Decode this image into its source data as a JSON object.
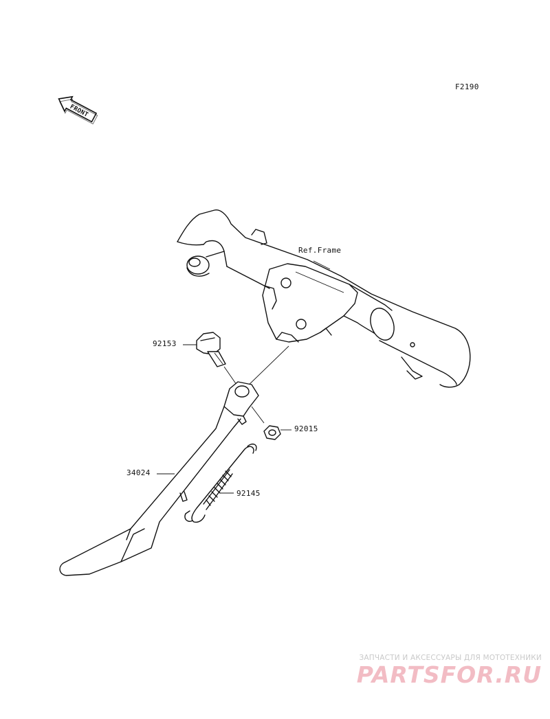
{
  "diagram_code": "F2190",
  "ref_frame_label": "Ref.Frame",
  "front_label": "FRONT",
  "parts": [
    {
      "number": "92153"
    },
    {
      "number": "92015"
    },
    {
      "number": "34024"
    },
    {
      "number": "92145"
    }
  ],
  "watermark": {
    "tagline": "ЗАПЧАСТИ И АКСЕССУАРЫ ДЛЯ МОТОТЕХНИКИ",
    "logo": "PARTSFOR.RU",
    "tagline_color": "#c9c9c9",
    "logo_color": "#f2bcc4"
  }
}
